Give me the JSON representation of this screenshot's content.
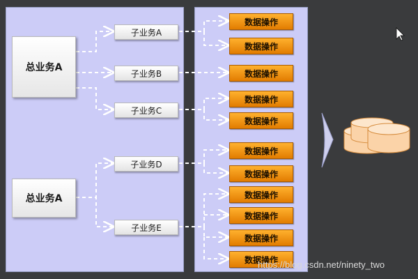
{
  "diagram": {
    "main_tasks": [
      "总业务A",
      "总业务A"
    ],
    "sub_tasks": [
      "子业务A",
      "子业务B",
      "子业务C",
      "子业务D",
      "子业务E"
    ],
    "operation_label": "数据操作",
    "operation_count": 11
  },
  "watermark": "https://blog.csdn.net/ninety_two",
  "colors": {
    "background": "#3a3b3d",
    "panel": "#ccccf7",
    "operation_fill": "#f39200"
  },
  "icons": [
    "cursor-arrow-icon",
    "database-icon",
    "forward-arrow-icon"
  ]
}
